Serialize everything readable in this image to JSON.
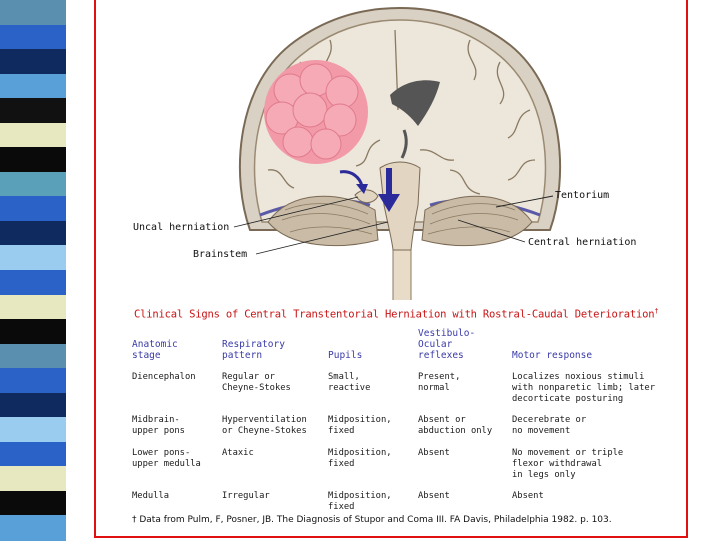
{
  "stripe_colors": [
    "#5a8fb0",
    "#2a62c8",
    "#0e2a5e",
    "#5aa0d8",
    "#111111",
    "#e8e8c0",
    "#0a0a0a",
    "#5aa0b8",
    "#2a62c8",
    "#0e2a5e",
    "#99ccee",
    "#2a62c8",
    "#e8e8c0",
    "#0a0a0a",
    "#5a8fb0",
    "#2a62c8",
    "#0e2a5e",
    "#99ccee",
    "#2a62c8",
    "#e8e8c0",
    "#0a0a0a",
    "#5aa0d8"
  ],
  "colors": {
    "frame": "#e01010",
    "title": "#c81414",
    "header": "#3a3aa8",
    "arrow": "#2a2a9a",
    "hematoma": "#f29aa8"
  },
  "labels": {
    "tentorium": "Tentorium",
    "uncal": "Uncal herniation",
    "brainstem": "Brainstem",
    "central": "Central herniation"
  },
  "title": "Clinical Signs of Central Transtentorial Herniation with Rostral-Caudal Deterioration",
  "title_mark": "†",
  "table": {
    "headers": [
      "Anatomic\nstage",
      "Respiratory\npattern",
      "Pupils",
      "Vestibulo-\nOcular\nreflexes",
      "Motor response"
    ],
    "rows": [
      [
        "Diencephalon",
        "Regular or\nCheyne-Stokes",
        "Small,\nreactive",
        "Present,\nnormal",
        "Localizes noxious stimuli\nwith nonparetic limb; later\ndecorticate posturing"
      ],
      [
        "Midbrain-\nupper pons",
        "Hyperventilation\nor Cheyne-Stokes",
        "Midposition,\nfixed",
        "Absent or\nabduction only",
        "Decerebrate or\nno movement"
      ],
      [
        "Lower pons-\nupper medulla",
        "Ataxic",
        "Midposition,\nfixed",
        "Absent",
        "No movement or triple\nflexor withdrawal\nin legs only"
      ],
      [
        "Medulla",
        "Irregular",
        "Midposition,\nfixed",
        "Absent",
        "Absent"
      ]
    ]
  },
  "footnote": "† Data from Pulm, F, Posner, JB. The Diagnosis of Stupor and Coma III. FA Davis, Philadelphia 1982. p. 103."
}
